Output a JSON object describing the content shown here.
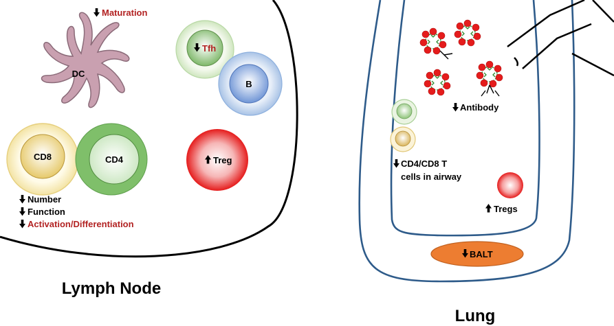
{
  "colors": {
    "dark_red": "#b22222",
    "vessel_blue": "#2e5b8a",
    "dc_pink": "#c9a0b0",
    "tfh_green": "#7fb86a",
    "b_blue": "#6f95d6",
    "cd8_yellow": "#e6c96a",
    "cd4_green": "#7fbf6a",
    "treg_red": "#ee1111",
    "balt_orange": "#ed7d31",
    "antibody_red": "#e51c1c",
    "antibody_green": "#2f8a2f"
  },
  "lymph_node": {
    "title": "Lymph Node",
    "dc": {
      "label": "DC",
      "annotation_arrow": "down",
      "annotation": "Maturation"
    },
    "tfh": {
      "label": "Tfh",
      "arrow": "down"
    },
    "b": {
      "label": "B"
    },
    "cd8": {
      "label": "CD8"
    },
    "cd4": {
      "label": "CD4"
    },
    "treg": {
      "label": "Treg",
      "arrow": "up"
    },
    "effects": [
      {
        "arrow": "down",
        "text": "Number"
      },
      {
        "arrow": "down",
        "text": "Function"
      },
      {
        "arrow": "down",
        "text": "Activation/Differentiation"
      }
    ]
  },
  "lung": {
    "title": "Lung",
    "antibody": {
      "arrow": "down",
      "text": "Antibody"
    },
    "t_cells": {
      "arrow": "down",
      "line1": "CD4/CD8 T",
      "line2": "cells in airway"
    },
    "tregs": {
      "arrow": "up",
      "text": "Tregs"
    },
    "balt": {
      "arrow": "down",
      "text": "BALT"
    }
  }
}
